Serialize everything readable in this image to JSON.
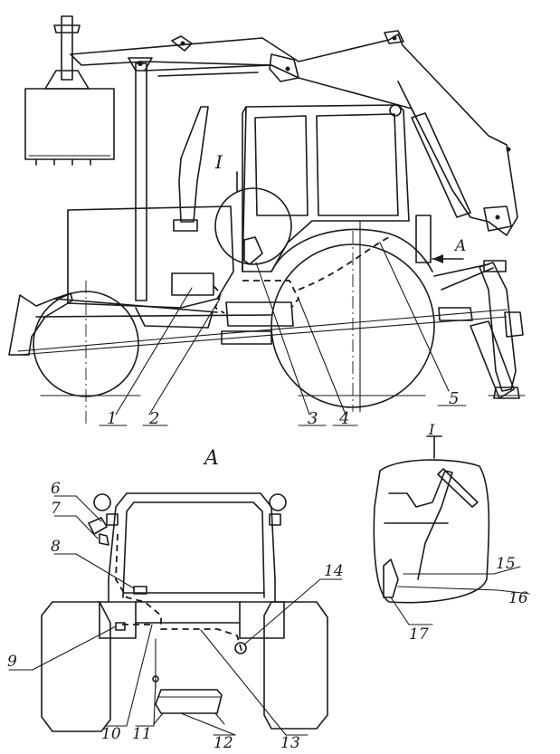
{
  "side_view": {
    "view_marker": "I",
    "arrow_label": "A",
    "callouts": [
      "1",
      "2",
      "3",
      "4",
      "5"
    ]
  },
  "front_view": {
    "title": "A",
    "callouts": [
      "6",
      "7",
      "8",
      "9",
      "10",
      "11",
      "12",
      "13",
      "14"
    ]
  },
  "detail_view": {
    "marker": "I",
    "callouts": [
      "15",
      "16",
      "17"
    ]
  },
  "colors": {
    "ink": "#1a1a1a",
    "paper": "#ffffff"
  }
}
